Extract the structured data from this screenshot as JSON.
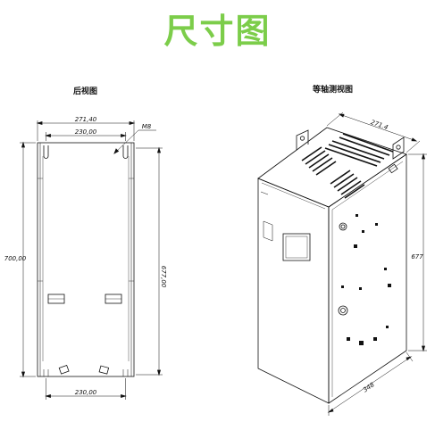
{
  "title": "尺寸图",
  "colors": {
    "title": "#7ccd4a",
    "line": "#111111"
  },
  "rear_view": {
    "label": "后视图",
    "dim_overall_width": "271,40",
    "dim_hole_spacing_top": "230,00",
    "dim_hole_spacing_bottom": "230,00",
    "dim_overall_height": "700,00",
    "dim_hole_height": "677,00",
    "screw_size": "M8"
  },
  "iso_view": {
    "label": "等轴测视图",
    "dim_width": "271.4",
    "dim_height": "677",
    "dim_depth": "348"
  }
}
